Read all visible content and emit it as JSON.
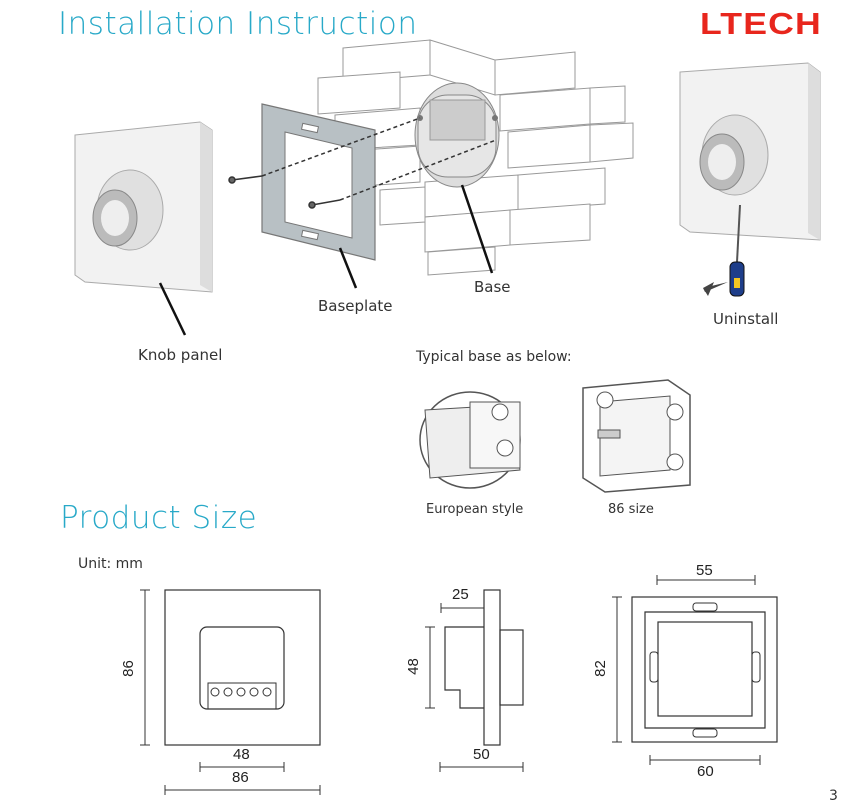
{
  "header": {
    "title": "Installation Instruction",
    "brand": "LTECH"
  },
  "install": {
    "labels": {
      "knob_panel": "Knob panel",
      "baseplate": "Baseplate",
      "base": "Base",
      "uninstall": "Uninstall"
    },
    "typical_base": {
      "caption": "Typical base as below:",
      "european": "European style",
      "size86": "86 size"
    }
  },
  "product_size": {
    "title": "Product Size",
    "unit": "Unit: mm",
    "front": {
      "height": "86",
      "inner_width": "48",
      "width": "86"
    },
    "side": {
      "top": "25",
      "height": "48",
      "bottom": "50"
    },
    "back": {
      "top": "55",
      "height": "82",
      "bottom": "60"
    }
  },
  "footer": {
    "page_number": "3"
  },
  "colors": {
    "accent": "#28a9c8",
    "brand": "#e8261d"
  }
}
